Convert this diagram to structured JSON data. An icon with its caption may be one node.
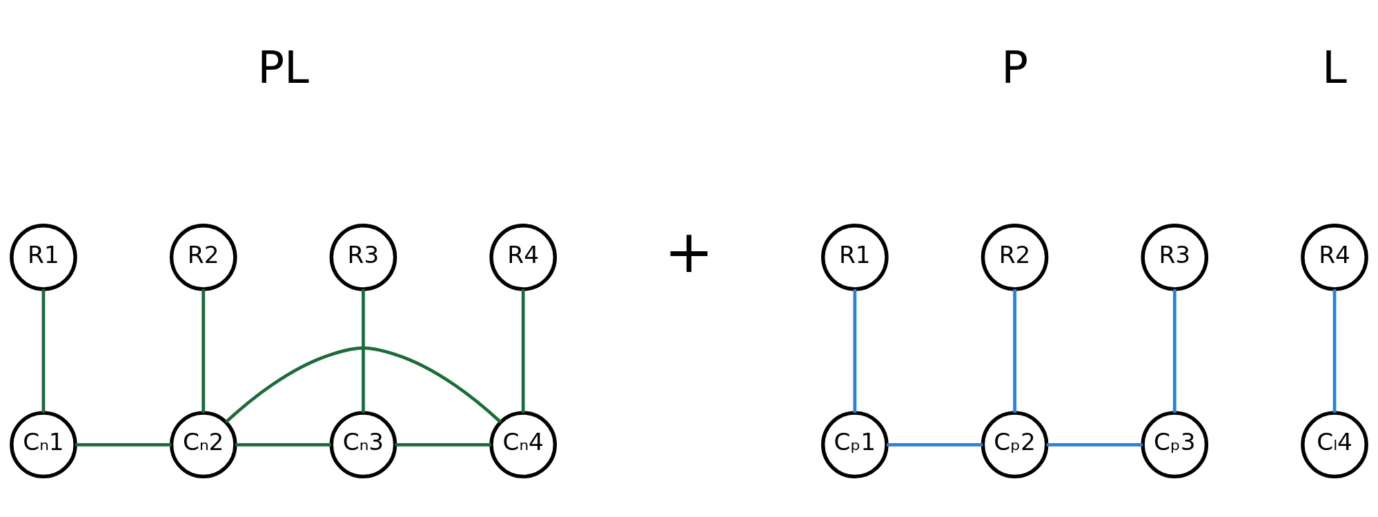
{
  "diagram": {
    "nodes": [
      {
        "text": [
          "R1"
        ]
      },
      {
        "text": [
          "R2"
        ]
      },
      {
        "text": [
          "R3"
        ]
      },
      {
        "text": [
          "R4"
        ]
      },
      {
        "text": [
          "Cₙ1"
        ]
      },
      {
        "text": [
          "Cₙ2"
        ]
      },
      {
        "text": [
          "Cₙ3"
        ]
      },
      {
        "text": [
          "Cₙ4"
        ]
      },
      {
        "text": [
          "R1"
        ]
      },
      {
        "text": [
          "R2"
        ]
      },
      {
        "text": [
          "R3"
        ]
      },
      {
        "text": [
          "Cₚ1"
        ]
      },
      {
        "text": [
          "Cₚ2"
        ]
      },
      {
        "text": [
          "Cₚ3"
        ]
      },
      {
        "text": [
          "R4"
        ]
      },
      {
        "text": [
          "Cₗ4"
        ]
      }
    ],
    "edges": [
      {
        "from": 0,
        "to": 4,
        "arrow": "none"
      },
      {
        "from": 1,
        "to": 5,
        "arrow": "none"
      },
      {
        "from": 2,
        "to": 6,
        "arrow": "none"
      },
      {
        "from": 3,
        "to": 7,
        "arrow": "none"
      },
      {
        "from": 4,
        "to": 5,
        "arrow": "none"
      },
      {
        "from": 5,
        "to": 6,
        "arrow": "none"
      },
      {
        "from": 6,
        "to": 7,
        "arrow": "none"
      },
      {
        "from": 5,
        "to": 7,
        "arrow": "none"
      },
      {
        "from": 8,
        "to": 11,
        "arrow": "none",
        "color": "#2f7fd6"
      },
      {
        "from": 9,
        "to": 12,
        "arrow": "none",
        "color": "#2f7fd6"
      },
      {
        "from": 10,
        "to": 13,
        "arrow": "none",
        "color": "#2f7fd6"
      },
      {
        "from": 11,
        "to": 12,
        "arrow": "none",
        "color": "#2f7fd6"
      },
      {
        "from": 12,
        "to": 13,
        "arrow": "none",
        "color": "#2f7fd6"
      },
      {
        "from": 14,
        "to": 15,
        "arrow": "none",
        "color": "#2f7fd6"
      }
    ],
    "labels": [
      "PL",
      "+",
      "P",
      "L"
    ]
  }
}
